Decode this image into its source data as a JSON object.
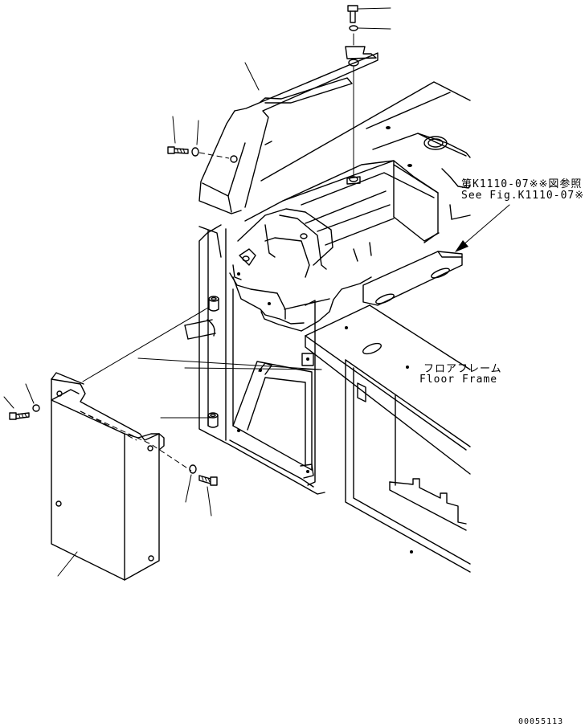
{
  "reference_note": {
    "jp": "第K1110-07※※図参照",
    "en": "See Fig.K1110-07※※"
  },
  "floor_frame_label": {
    "jp": "フロアフレーム",
    "en": "Floor Frame"
  },
  "drawing_number": "00055113"
}
